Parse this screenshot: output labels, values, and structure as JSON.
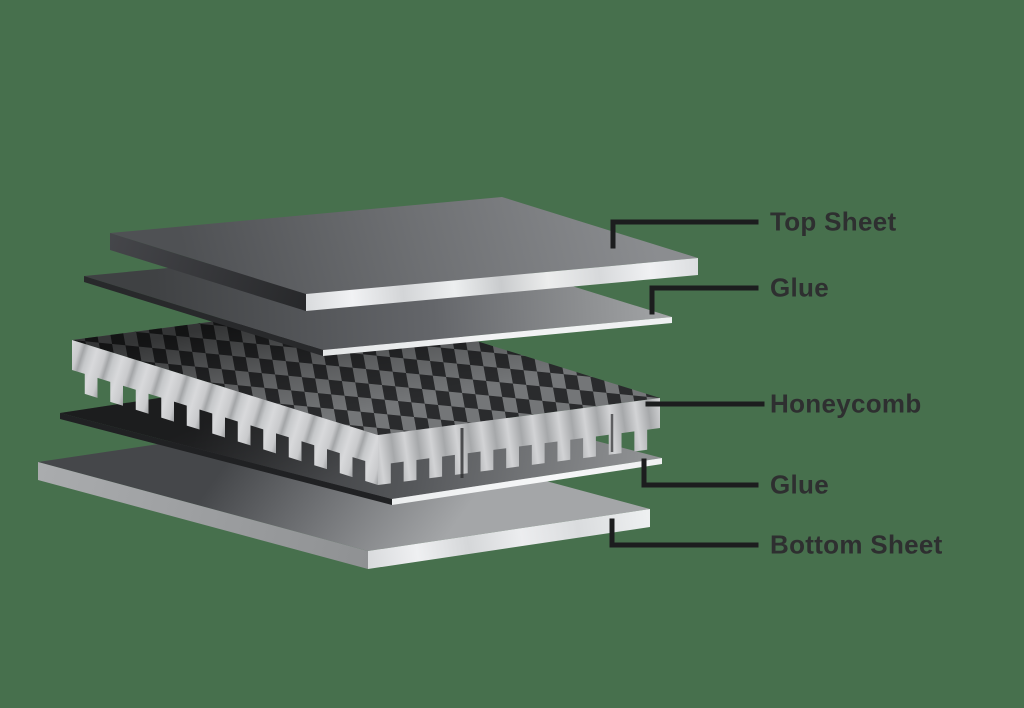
{
  "background_color": "#47704D",
  "colors": {
    "label_text": "#2e2f30",
    "connector_line": "#1c1d1e",
    "panel_gray": "#6e7073",
    "panel_edge_white": "#eceded",
    "honeycomb_wall": "#c9cacc",
    "honeycomb_cell_dark": "#2a2b2d"
  },
  "diagram": {
    "type": "exploded-view",
    "subject": "honeycomb-sandwich-panel",
    "layers": [
      {
        "id": "top-sheet",
        "label": "Top Sheet"
      },
      {
        "id": "glue-top",
        "label": "Glue"
      },
      {
        "id": "honeycomb",
        "label": "Honeycomb"
      },
      {
        "id": "glue-bottom",
        "label": "Glue"
      },
      {
        "id": "bottom-sheet",
        "label": "Bottom Sheet"
      }
    ]
  }
}
